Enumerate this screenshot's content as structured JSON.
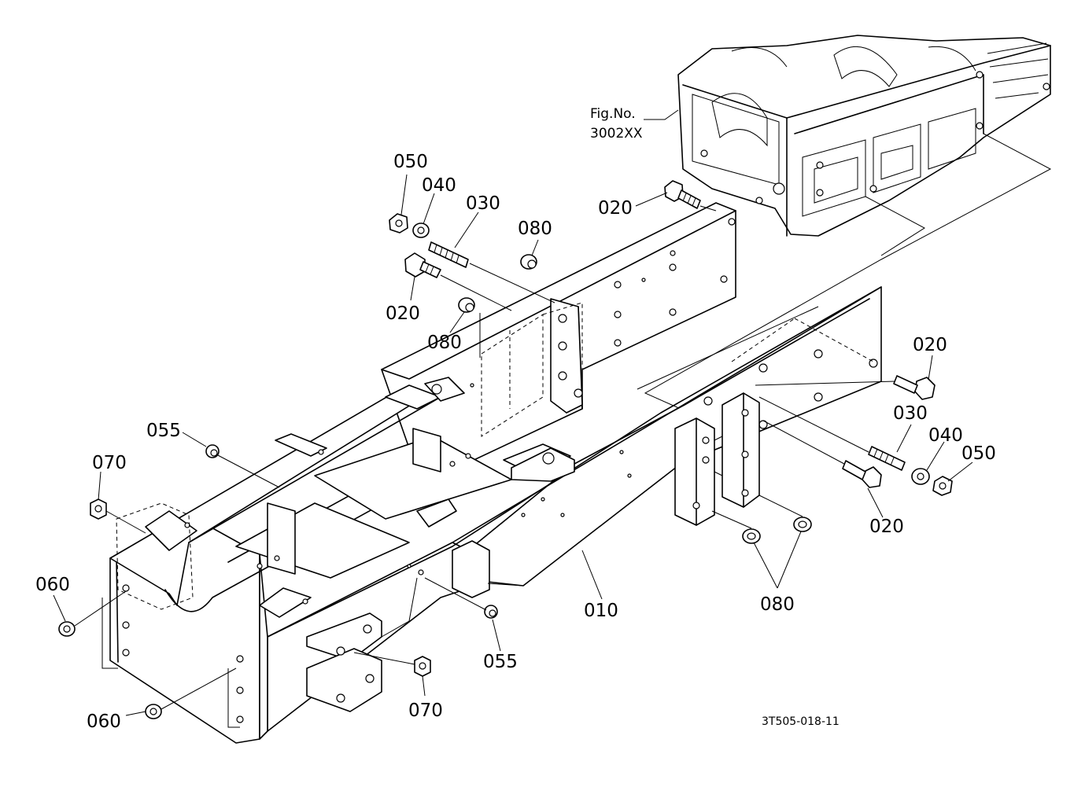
{
  "figure_reference": {
    "line1": "Fig.No.",
    "line2": "3002XX"
  },
  "drawing_code": "3T505-018-11",
  "callouts": {
    "c010": "010",
    "c020a": "020",
    "c020b": "020",
    "c020c": "020",
    "c020d": "020",
    "c030a": "030",
    "c030b": "030",
    "c040a": "040",
    "c040b": "040",
    "c050a": "050",
    "c050b": "050",
    "c055a": "055",
    "c055b": "055",
    "c060a": "060",
    "c060b": "060",
    "c070a": "070",
    "c070b": "070",
    "c080a": "080",
    "c080b": "080",
    "c080c": "080"
  }
}
